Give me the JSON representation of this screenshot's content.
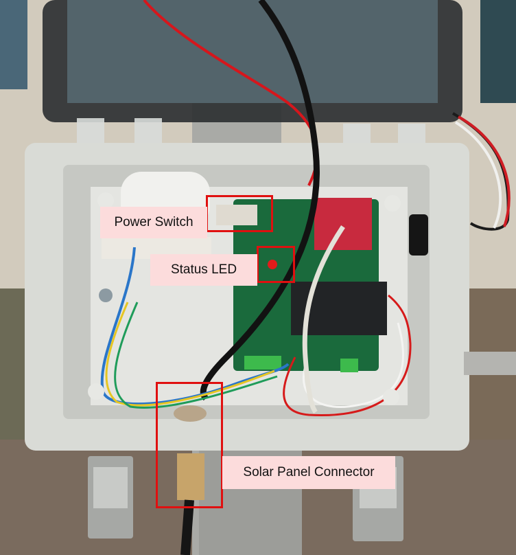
{
  "annotations": {
    "power_switch": "Power Switch",
    "status_led": "Status LED",
    "solar_panel_connector": "Solar Panel Connector"
  },
  "colors": {
    "highlight": "#e01010",
    "label_bg": "#fcdcdc"
  }
}
